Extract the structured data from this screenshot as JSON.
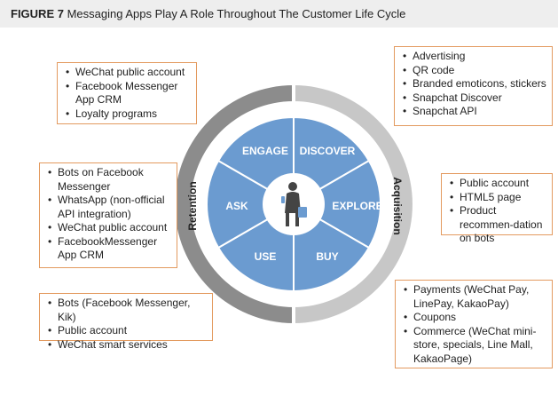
{
  "title": {
    "figure": "FIGURE 7",
    "text": "Messaging Apps Play A Role Throughout The Customer Life Cycle"
  },
  "ring": {
    "left_label": "Retention",
    "right_label": "Acquisition"
  },
  "segments": {
    "engage": "ENGAGE",
    "discover": "DISCOVER",
    "explore": "EXPLORE",
    "buy": "BUY",
    "use": "USE",
    "ask": "ASK"
  },
  "boxes": {
    "engage": [
      "WeChat public account",
      "Facebook Messenger App CRM",
      "Loyalty programs"
    ],
    "discover": [
      "Advertising",
      "QR code",
      "Branded emoticons, stickers",
      "Snapchat Discover",
      "Snapchat API"
    ],
    "ask": [
      "Bots on Facebook Messenger",
      "WhatsApp (non-official API integration)",
      "WeChat public account",
      "FacebookMessenger App CRM"
    ],
    "explore": [
      "Public account",
      "HTML5 page",
      "Product recommen-dation on bots"
    ],
    "use": [
      "Bots (Facebook Messenger, Kik)",
      "Public account",
      "WeChat smart services"
    ],
    "buy": [
      "Payments (WeChat Pay, LinePay, KakaoPay)",
      "Coupons",
      "Commerce (WeChat mini-store, specials, Line Mall, KakaoPage)"
    ]
  },
  "colors": {
    "segment_blue": "#6b9bd0",
    "ring_gray": "#8c8c8c",
    "ring_light": "#bfbfbf",
    "box_border": "#e39a5f",
    "title_bg": "#eeeeee"
  },
  "icon": "person-with-phone-and-bag-icon"
}
